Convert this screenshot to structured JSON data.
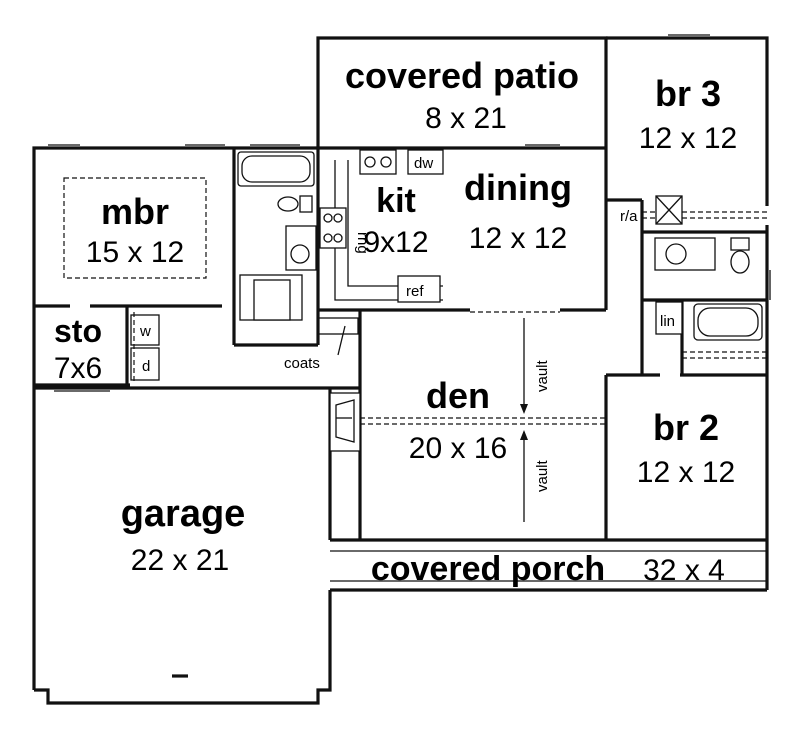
{
  "rooms": {
    "covered_patio": {
      "name": "covered patio",
      "size": "8 x 21"
    },
    "br3": {
      "name": "br 3",
      "size": "12 x 12"
    },
    "mbr": {
      "name": "mbr",
      "size": "15 x 12"
    },
    "kit": {
      "name": "kit",
      "size": "9x12"
    },
    "dining": {
      "name": "dining",
      "size": "12 x 12"
    },
    "sto": {
      "name": "sto",
      "size": "7x6"
    },
    "den": {
      "name": "den",
      "size": "20 x 16"
    },
    "br2": {
      "name": "br 2",
      "size": "12 x 12"
    },
    "garage": {
      "name": "garage",
      "size": "22 x 21"
    },
    "covered_porch": {
      "name": "covered porch",
      "size": "32 x 4"
    }
  },
  "labels": {
    "dw": "dw",
    "rng": "rng",
    "ref": "ref",
    "ra": "r/a",
    "lin": "lin",
    "w": "w",
    "d": "d",
    "coats": "coats",
    "vault_upper": "vault",
    "vault_lower": "vault"
  }
}
